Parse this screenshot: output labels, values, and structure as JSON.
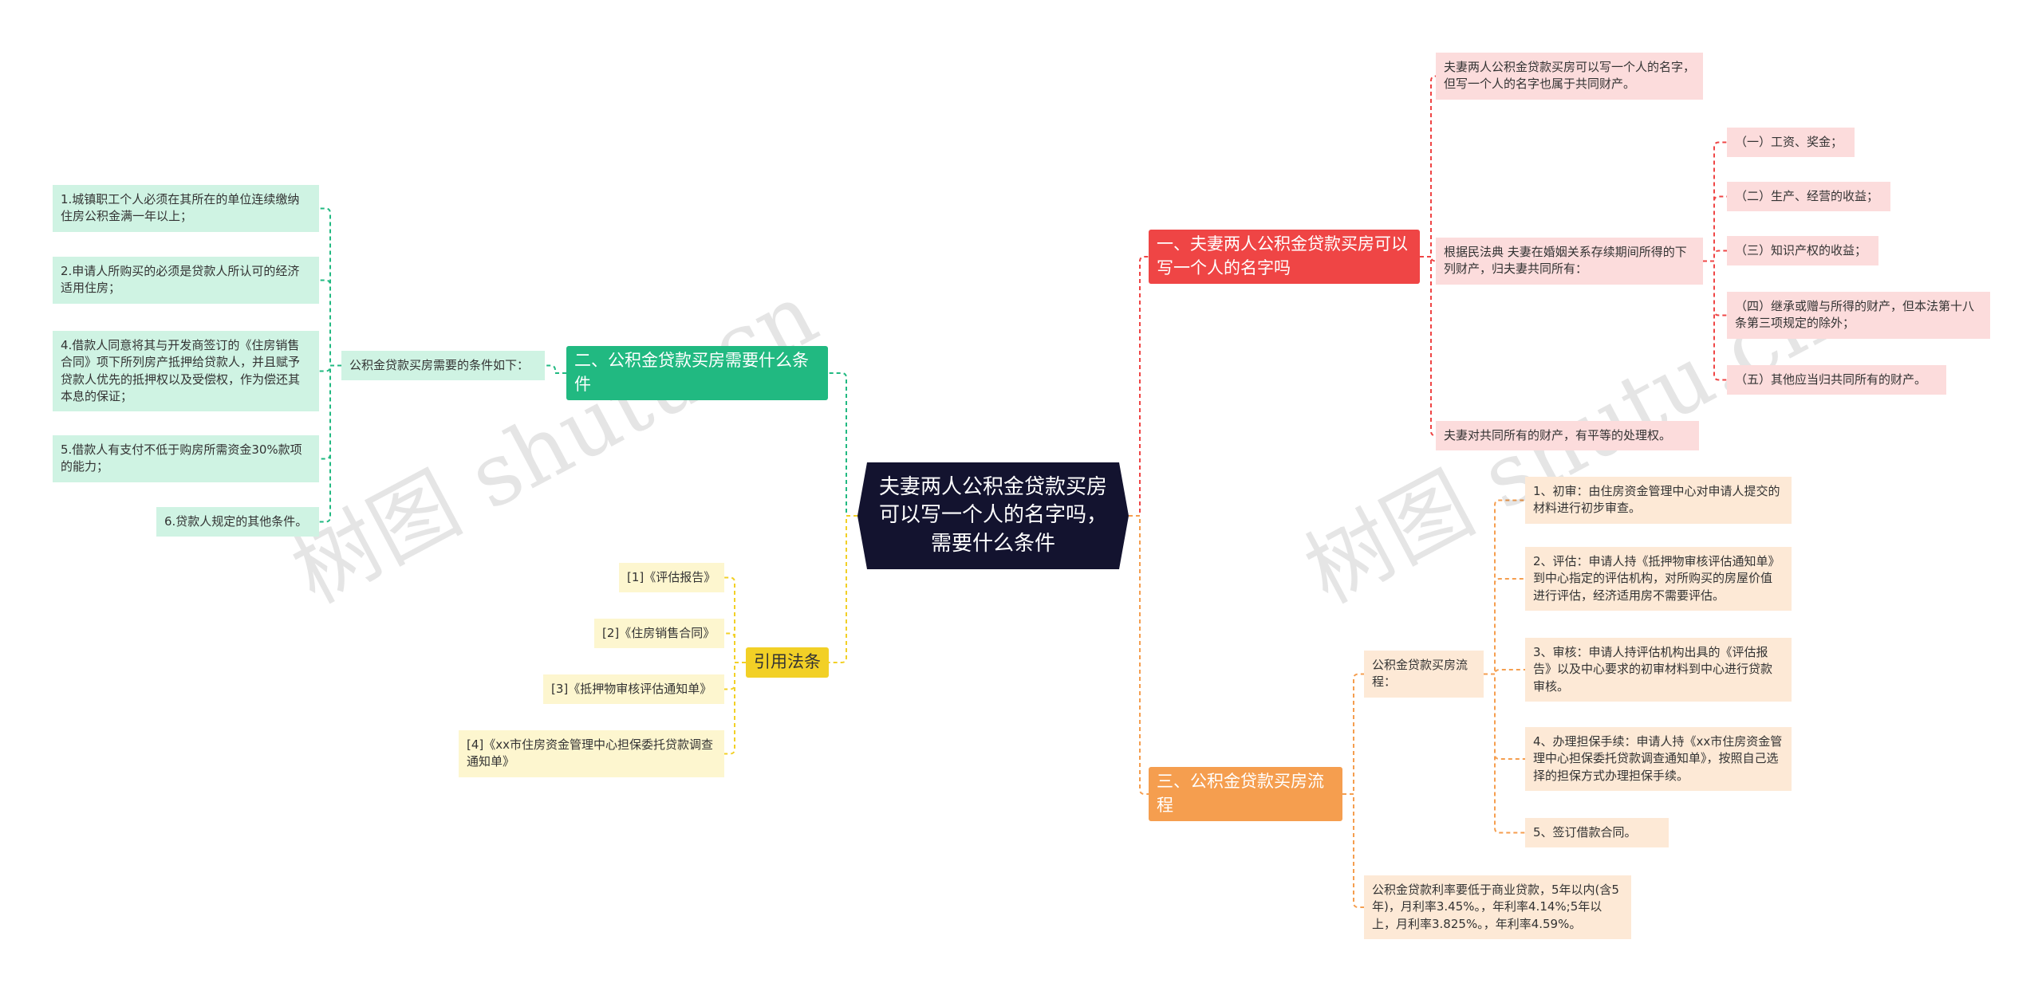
{
  "root": {
    "title": "夫妻两人公积金贷款买房可以写一个人的名字吗，需要什么条件"
  },
  "colors": {
    "root_bg": "#13132f",
    "green": "#21b981",
    "green_light": "#cff3e3",
    "red": "#ef4545",
    "red_light": "#fcdcdc",
    "orange": "#f59e4f",
    "orange_light": "#fde9d6",
    "yellow": "#f2d026",
    "yellow_light": "#fdf6cf"
  },
  "section1": {
    "title": "一、夫妻两人公积金贷款买房可以写一个人的名字吗",
    "intro": "夫妻两人公积金贷款买房可以写一个人的名字，但写一个人的名字也属于共同财产。",
    "civil_code": "根据民法典 夫妻在婚姻关系存续期间所得的下列财产，归夫妻共同所有：",
    "property_items": [
      "（一）工资、奖金；",
      "（二）生产、经营的收益；",
      "（三）知识产权的收益；",
      "（四）继承或赠与所得的财产，但本法第十八条第三项规定的除外；",
      "（五）其他应当归共同所有的财产。"
    ],
    "equal_right": "夫妻对共同所有的财产，有平等的处理权。"
  },
  "section2": {
    "title": "二、公积金贷款买房需要什么条件",
    "conditions_label": "公积金贷款买房需要的条件如下：",
    "conditions": [
      "1.城镇职工个人必须在其所在的单位连续缴纳住房公积金满一年以上；",
      "2.申请人所购买的必须是贷款人所认可的经济适用住房；",
      "4.借款人同意将其与开发商签订的《住房销售合同》项下所列房产抵押给贷款人，并且赋予贷款人优先的抵押权以及受偿权，作为偿还其本息的保证；",
      "5.借款人有支付不低于购房所需资金30%款项的能力；",
      "6.贷款人规定的其他条件。"
    ]
  },
  "section3": {
    "title": "三、公积金贷款买房流程",
    "process_label": "公积金贷款买房流程：",
    "steps": [
      "1、初审：由住房资金管理中心对申请人提交的材料进行初步审查。",
      "2、评估：申请人持《抵押物审核评估通知单》到中心指定的评估机构，对所购买的房屋价值进行评估，经济适用房不需要评估。",
      "3、审核：申请人持评估机构出具的《评估报告》以及中心要求的初审材料到中心进行贷款审核。",
      "4、办理担保手续：申请人持《xx市住房资金管理中心担保委托贷款调查通知单》，按照自己选择的担保方式办理担保手续。",
      "5、签订借款合同。"
    ],
    "rate": "公积金贷款利率要低于商业贷款，5年以内(含5年)，月利率3.45%。，年利率4.14%;5年以上，月利率3.825%。，年利率4.59%。"
  },
  "references": {
    "title": "引用法条",
    "items": [
      "[1]《评估报告》",
      "[2]《住房销售合同》",
      "[3]《抵押物审核评估通知单》",
      "[4]《xx市住房资金管理中心担保委托贷款调查通知单》"
    ]
  },
  "watermark": "树图 shutu.cn"
}
